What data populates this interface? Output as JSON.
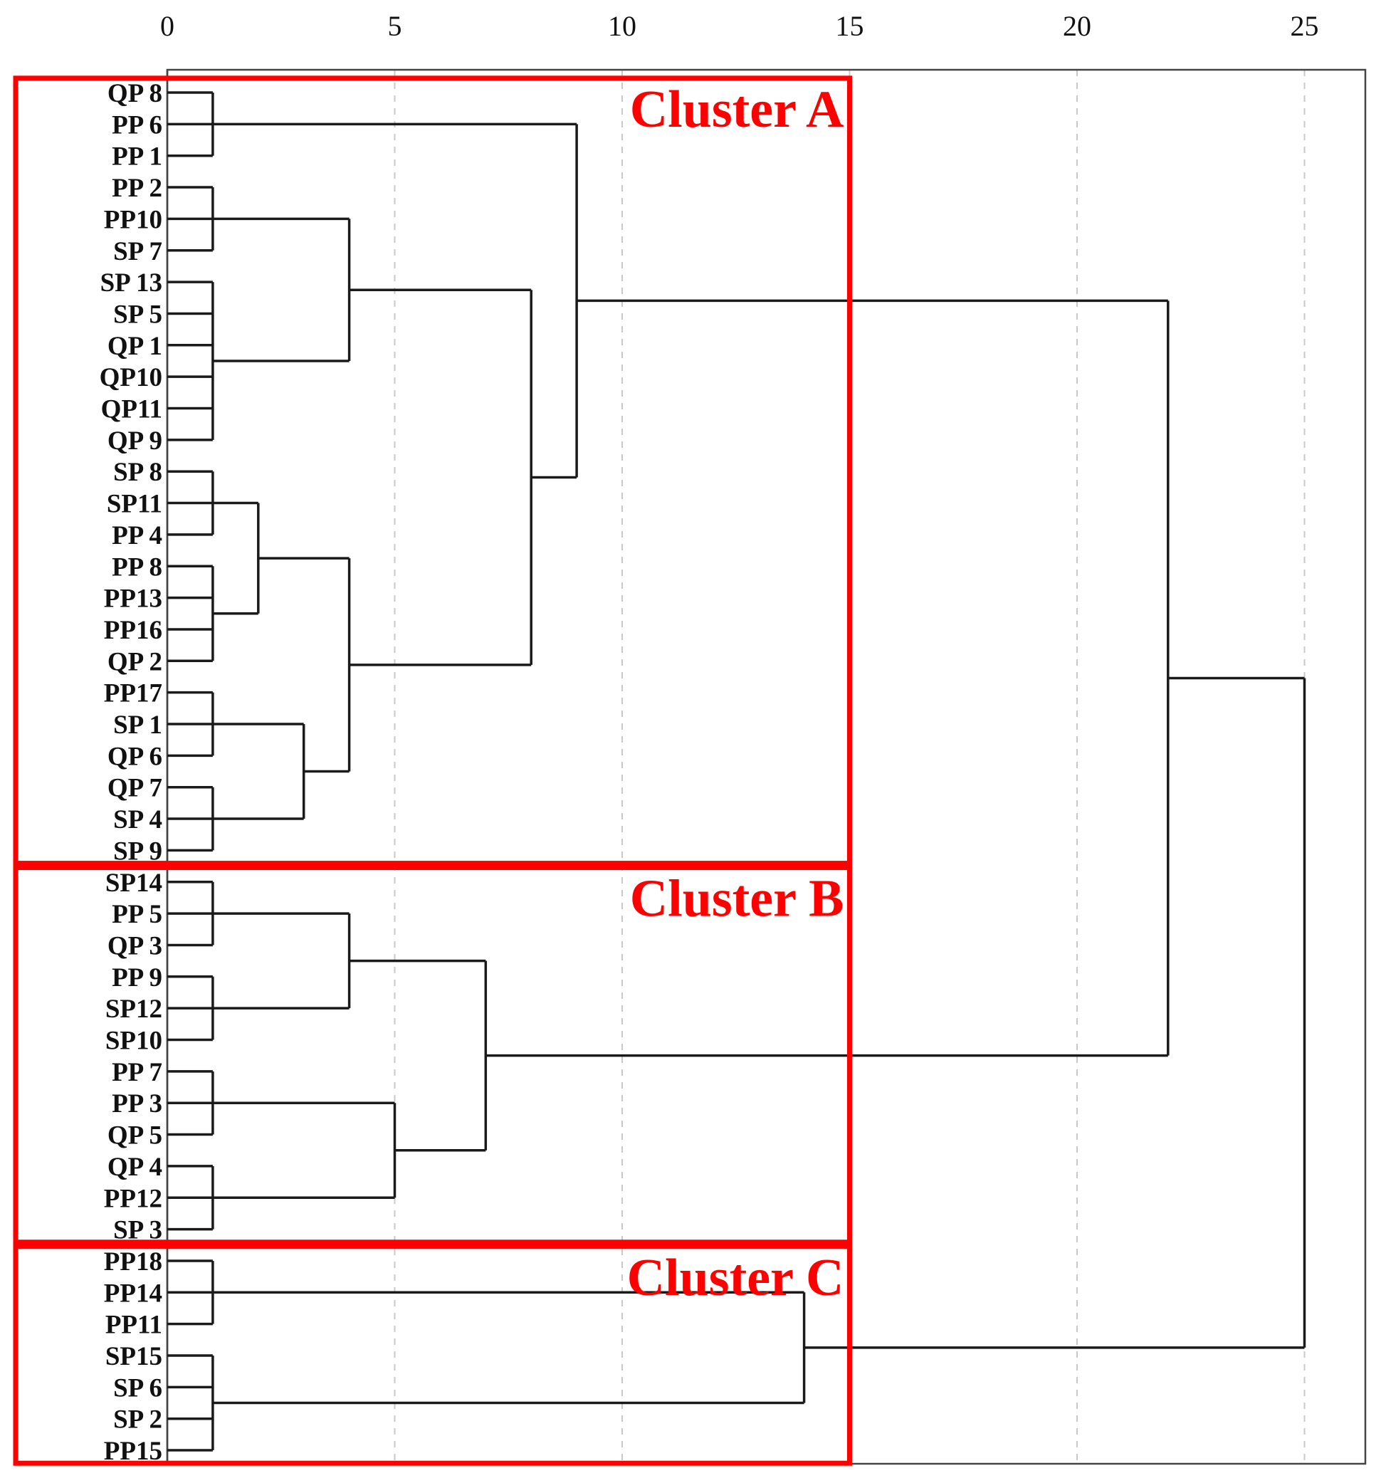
{
  "chart_data": {
    "type": "dendrogram",
    "title": "",
    "xlabel": "",
    "ylabel": "",
    "xlim": [
      0,
      26.5
    ],
    "x_ticks": [
      0,
      5,
      10,
      15,
      20,
      25
    ],
    "x_tick_labels": [
      "0",
      "5",
      "10",
      "15",
      "20",
      "25"
    ],
    "x_axis_position": "top",
    "grid": "vertical dashed at ticks",
    "colors": {
      "lines": "#1a1a1a",
      "clusters": "#ff0000",
      "grid": "#c8c8c8"
    },
    "leaves": [
      "QP  8",
      "PP  6",
      "PP  1",
      "PP  2",
      "PP10",
      "SP  7",
      "SP 13",
      "SP  5",
      "QP  1",
      "QP10",
      "QP11",
      "QP  9",
      "SP  8",
      "SP11",
      "PP  4",
      "PP  8",
      "PP13",
      "PP16",
      "QP  2",
      "PP17",
      "SP  1",
      "QP  6",
      "QP  7",
      "SP  4",
      "SP  9",
      "SP14",
      "PP  5",
      "QP  3",
      "PP  9",
      "SP12",
      "SP10",
      "PP  7",
      "PP  3",
      "QP  5",
      "QP  4",
      "PP12",
      "SP  3",
      "PP18",
      "PP14",
      "PP11",
      "SP15",
      "SP  6",
      "SP  2",
      "PP15"
    ],
    "merges": [
      {
        "children": [
          "L0",
          "L1",
          "L2"
        ],
        "height": 1
      },
      {
        "children": [
          "L3",
          "L4",
          "L5"
        ],
        "height": 1
      },
      {
        "children": [
          "L6",
          "L7",
          "L8",
          "L9",
          "L10",
          "L11"
        ],
        "height": 1
      },
      {
        "children": [
          "L12",
          "L13",
          "L14"
        ],
        "height": 1
      },
      {
        "children": [
          "L15",
          "L16",
          "L17",
          "L18"
        ],
        "height": 1
      },
      {
        "children": [
          "L19",
          "L20",
          "L21"
        ],
        "height": 1
      },
      {
        "children": [
          "L22",
          "L23",
          "L24"
        ],
        "height": 1
      },
      {
        "children": [
          "L25",
          "L26",
          "L27"
        ],
        "height": 1
      },
      {
        "children": [
          "L28",
          "L29",
          "L30"
        ],
        "height": 1
      },
      {
        "children": [
          "L31",
          "L32",
          "L33"
        ],
        "height": 1
      },
      {
        "children": [
          "L34",
          "L35",
          "L36"
        ],
        "height": 1
      },
      {
        "children": [
          "L37",
          "L38",
          "L39"
        ],
        "height": 1
      },
      {
        "children": [
          "L40",
          "L41",
          "L42",
          "L43"
        ],
        "height": 1
      },
      {
        "children": [
          "M3",
          "M4"
        ],
        "height": 2
      },
      {
        "children": [
          "M5",
          "M6"
        ],
        "height": 3
      },
      {
        "children": [
          "M1",
          "M2"
        ],
        "height": 4
      },
      {
        "children": [
          "M13",
          "M14"
        ],
        "height": 4
      },
      {
        "children": [
          "M7",
          "M8"
        ],
        "height": 4
      },
      {
        "children": [
          "M9",
          "M10"
        ],
        "height": 5
      },
      {
        "children": [
          "M17",
          "M18"
        ],
        "height": 7
      },
      {
        "children": [
          "M15",
          "M16"
        ],
        "height": 8
      },
      {
        "children": [
          "M0",
          "M20"
        ],
        "height": 9
      },
      {
        "children": [
          "M11",
          "M12"
        ],
        "height": 14
      },
      {
        "children": [
          "M21",
          "M19"
        ],
        "height": 22
      },
      {
        "children": [
          "M23",
          "M22"
        ],
        "height": 25
      }
    ],
    "clusters": [
      {
        "label": "Cluster A",
        "first_leaf": 0,
        "last_leaf": 24
      },
      {
        "label": "Cluster B",
        "first_leaf": 25,
        "last_leaf": 36
      },
      {
        "label": "Cluster C",
        "first_leaf": 37,
        "last_leaf": 43
      }
    ],
    "cluster_max_height": 15
  }
}
